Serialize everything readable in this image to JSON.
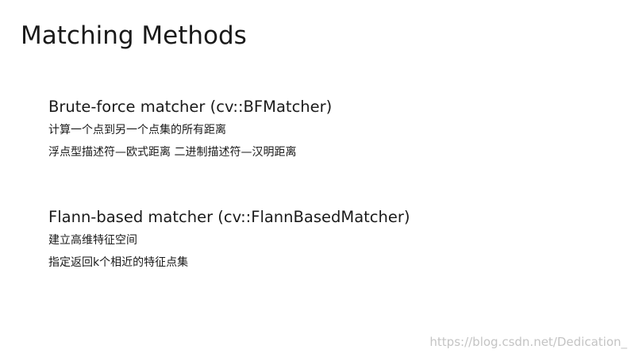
{
  "slide": {
    "title": "Matching Methods"
  },
  "methods": [
    {
      "heading": "Brute-force matcher (cv::BFMatcher)",
      "lines": [
        "计算一个点到另一个点集的所有距离",
        "浮点型描述符—欧式距离  二进制描述符—汉明距离"
      ]
    },
    {
      "heading": "Flann-based matcher (cv::FlannBasedMatcher)",
      "lines": [
        "建立高维特征空间",
        "指定返回k个相近的特征点集"
      ]
    }
  ],
  "watermark": "https://blog.csdn.net/Dedication_"
}
